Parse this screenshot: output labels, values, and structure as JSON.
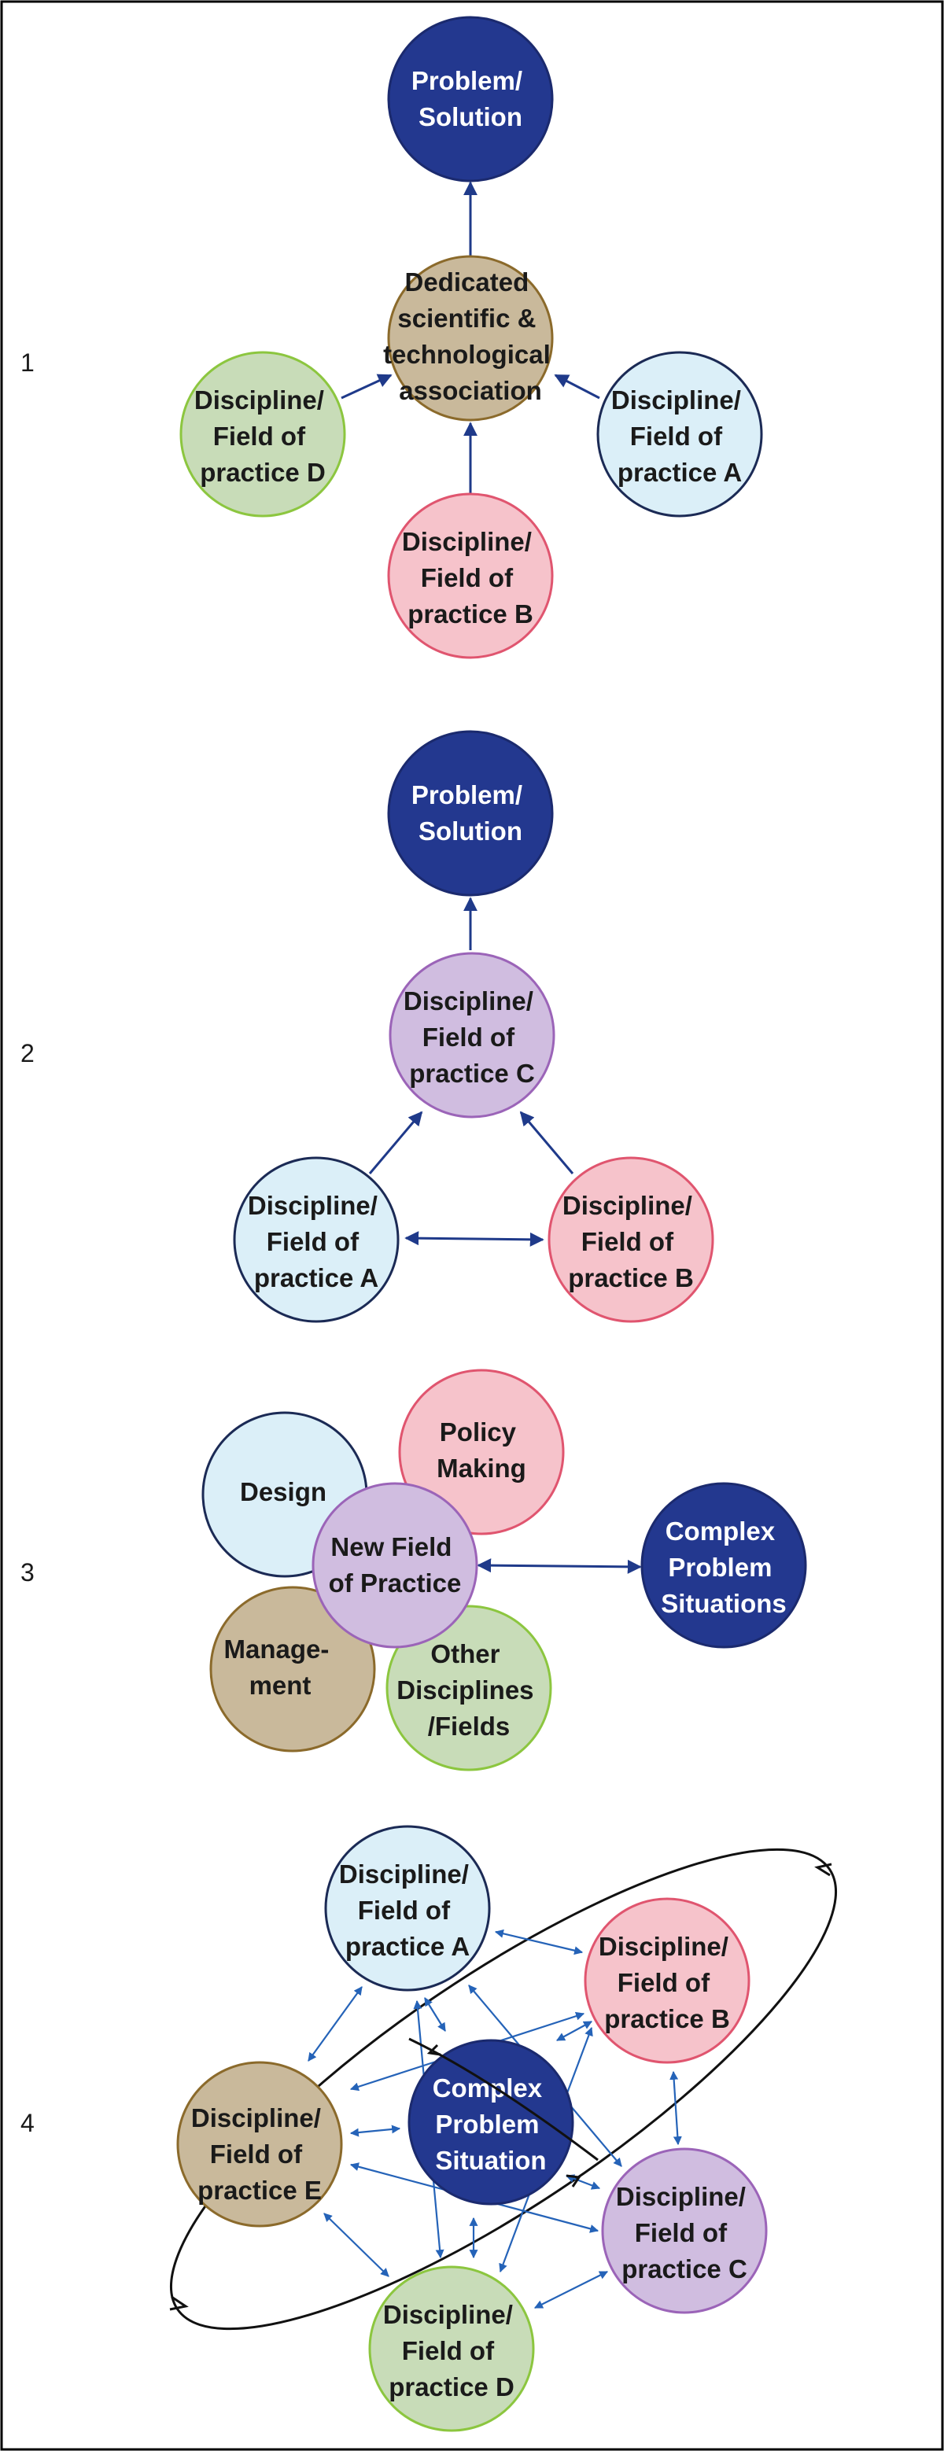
{
  "colors": {
    "navy": "#23388f",
    "navy_stroke": "#1b2a6e",
    "tan": "#c9b99b",
    "tan_stroke": "#8b6a2b",
    "light_blue": "#dbeff8",
    "light_blue_stroke": "#1b2a55",
    "pink": "#f6c3cb",
    "pink_stroke": "#e0556f",
    "green": "#c8dcb8",
    "green_stroke": "#8cc63f",
    "lavender": "#d0bde0",
    "lavender_stroke": "#9b64b8",
    "arrow": "#1f3a8a",
    "arrow_light": "#2563b8"
  },
  "panels": [
    {
      "number": "1",
      "nodes": {
        "problem": [
          "Problem/",
          "Solution"
        ],
        "association": [
          "Dedicated",
          "scientific &",
          "technological",
          "association"
        ],
        "disc_d": [
          "Discipline/",
          "Field of",
          "practice D"
        ],
        "disc_a": [
          "Discipline/",
          "Field of",
          "practice A"
        ],
        "disc_b": [
          "Discipline/",
          "Field of",
          "practice B"
        ]
      }
    },
    {
      "number": "2",
      "nodes": {
        "problem": [
          "Problem/",
          "Solution"
        ],
        "disc_c": [
          "Discipline/",
          "Field of",
          "practice C"
        ],
        "disc_a": [
          "Discipline/",
          "Field of",
          "practice A"
        ],
        "disc_b": [
          "Discipline/",
          "Field of",
          "practice B"
        ]
      }
    },
    {
      "number": "3",
      "nodes": {
        "design": [
          "Design"
        ],
        "policy": [
          "Policy",
          "Making"
        ],
        "new_field": [
          "New Field",
          "of Practice"
        ],
        "complex": [
          "Complex",
          "Problem",
          "Situations"
        ],
        "management": [
          "Manage-",
          "ment"
        ],
        "other": [
          "Other",
          "Disciplines",
          "/Fields"
        ]
      }
    },
    {
      "number": "4",
      "nodes": {
        "disc_a": [
          "Discipline/",
          "Field of",
          "practice A"
        ],
        "disc_b": [
          "Discipline/",
          "Field of",
          "practice B"
        ],
        "complex": [
          "Complex",
          "Problem",
          "Situation"
        ],
        "disc_e": [
          "Discipline/",
          "Field of",
          "practice E"
        ],
        "disc_c": [
          "Discipline/",
          "Field of",
          "practice C"
        ],
        "disc_d": [
          "Discipline/",
          "Field of",
          "practice D"
        ]
      }
    }
  ]
}
